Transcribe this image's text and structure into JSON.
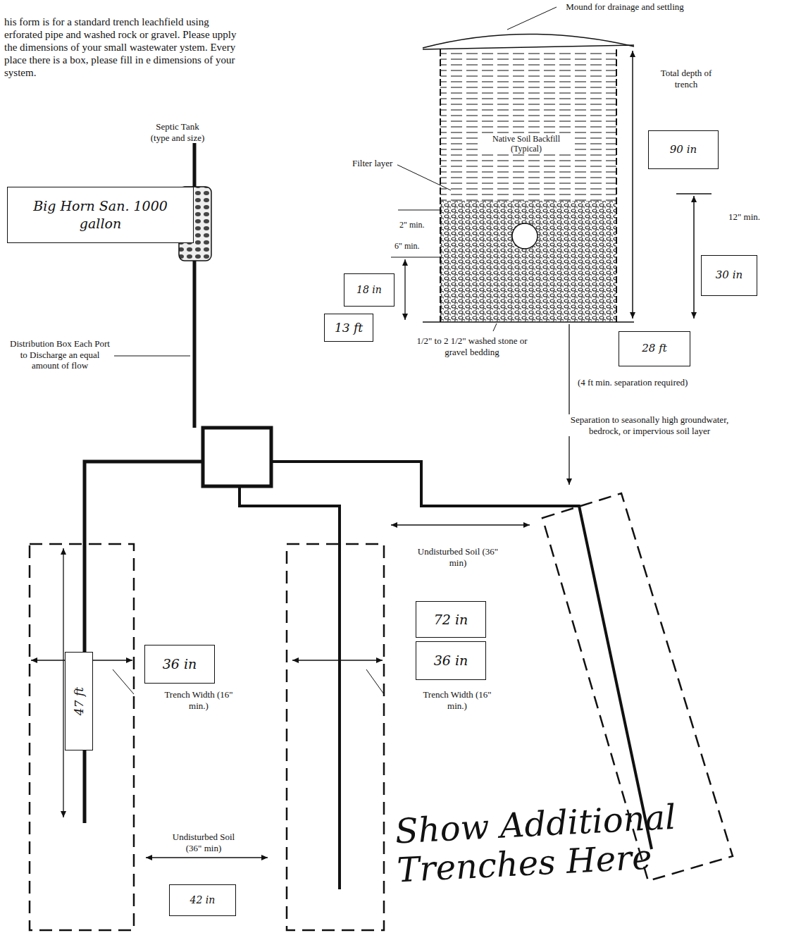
{
  "diagram": {
    "nodes": [
      {
        "text": [
          "Big Horn San. 1000 gallon"
        ]
      },
      {
        "text": [
          "90 in"
        ]
      },
      {
        "text": [
          "30 in"
        ]
      },
      {
        "text": [
          "18 in"
        ]
      },
      {
        "text": [
          "28 ft"
        ]
      },
      {
        "text": [
          "13 ft"
        ]
      },
      {
        "text": [
          "72 in"
        ]
      },
      {
        "text": [
          "36 in"
        ]
      },
      {
        "text": [
          "36 in"
        ]
      },
      {
        "text": [
          "47 ft"
        ]
      },
      {
        "text": [
          "42 in"
        ]
      }
    ],
    "labels": [
      "his form is for a standard trench leachfield using erforated pipe and washed rock or gravel. Please upply the dimensions of your small wastewater ystem. Every place there is a box, please fill in e dimensions of your system.",
      "Mound for drainage and settling",
      "Native Soil Backfill (Typical)",
      "Filter layer",
      "2\" min.",
      "6\" min.",
      "Total depth of trench",
      "12\" min.",
      "1/2\" to 2 1/2\" washed stone or gravel bedding",
      "(4 ft min. separation required)",
      "Separation to seasonally high groundwater, bedrock, or impervious soil layer",
      "Septic Tank (type and size)",
      "Distribution Box Each Port to Discharge an equal amount of flow",
      "Undisturbed Soil (36\" min)",
      "Trench Width (16\" min.)",
      "Trench Width (16\" min.)",
      "Undisturbed Soil (36\" min)",
      "Show Additional Trenches Here"
    ]
  }
}
